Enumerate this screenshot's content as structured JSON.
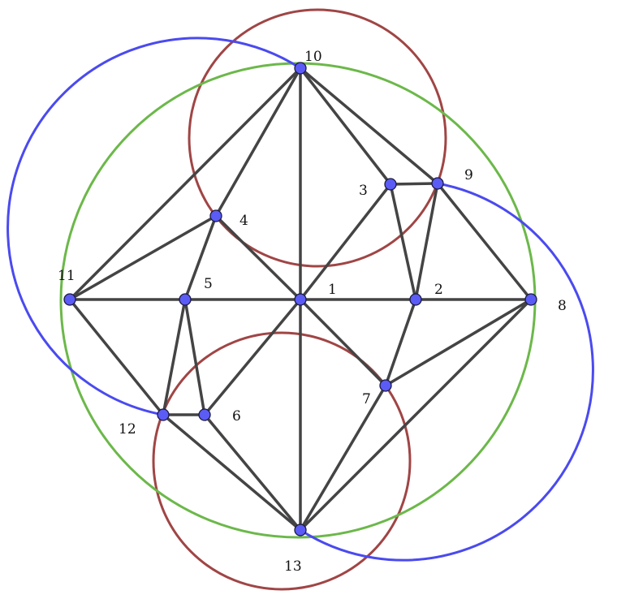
{
  "colors": {
    "edge": "#444444",
    "node_fill": "#5b5bf5",
    "node_stroke": "#1a1a40",
    "circle_red": "#a04545",
    "circle_green": "#6cb84a",
    "circle_blue": "#4a4af0"
  },
  "labels": {
    "n1": "1",
    "n2": "2",
    "n3": "3",
    "n4": "4",
    "n5": "5",
    "n6": "6",
    "n7": "7",
    "n8": "8",
    "n9": "9",
    "n10": "10",
    "n11": "11",
    "n12": "12",
    "n13": "13"
  },
  "edges": [
    [
      "10",
      "11"
    ],
    [
      "10",
      "4"
    ],
    [
      "10",
      "1"
    ],
    [
      "10",
      "3"
    ],
    [
      "10",
      "9"
    ],
    [
      "11",
      "4"
    ],
    [
      "11",
      "5"
    ],
    [
      "11",
      "12"
    ],
    [
      "4",
      "5"
    ],
    [
      "4",
      "1"
    ],
    [
      "5",
      "1"
    ],
    [
      "5",
      "12"
    ],
    [
      "5",
      "6"
    ],
    [
      "1",
      "2"
    ],
    [
      "1",
      "3"
    ],
    [
      "1",
      "6"
    ],
    [
      "1",
      "7"
    ],
    [
      "1",
      "13"
    ],
    [
      "3",
      "9"
    ],
    [
      "3",
      "2"
    ],
    [
      "9",
      "2"
    ],
    [
      "9",
      "8"
    ],
    [
      "2",
      "8"
    ],
    [
      "2",
      "7"
    ],
    [
      "8",
      "7"
    ],
    [
      "8",
      "13"
    ],
    [
      "7",
      "13"
    ],
    [
      "12",
      "6"
    ],
    [
      "12",
      "13"
    ],
    [
      "6",
      "13"
    ]
  ]
}
